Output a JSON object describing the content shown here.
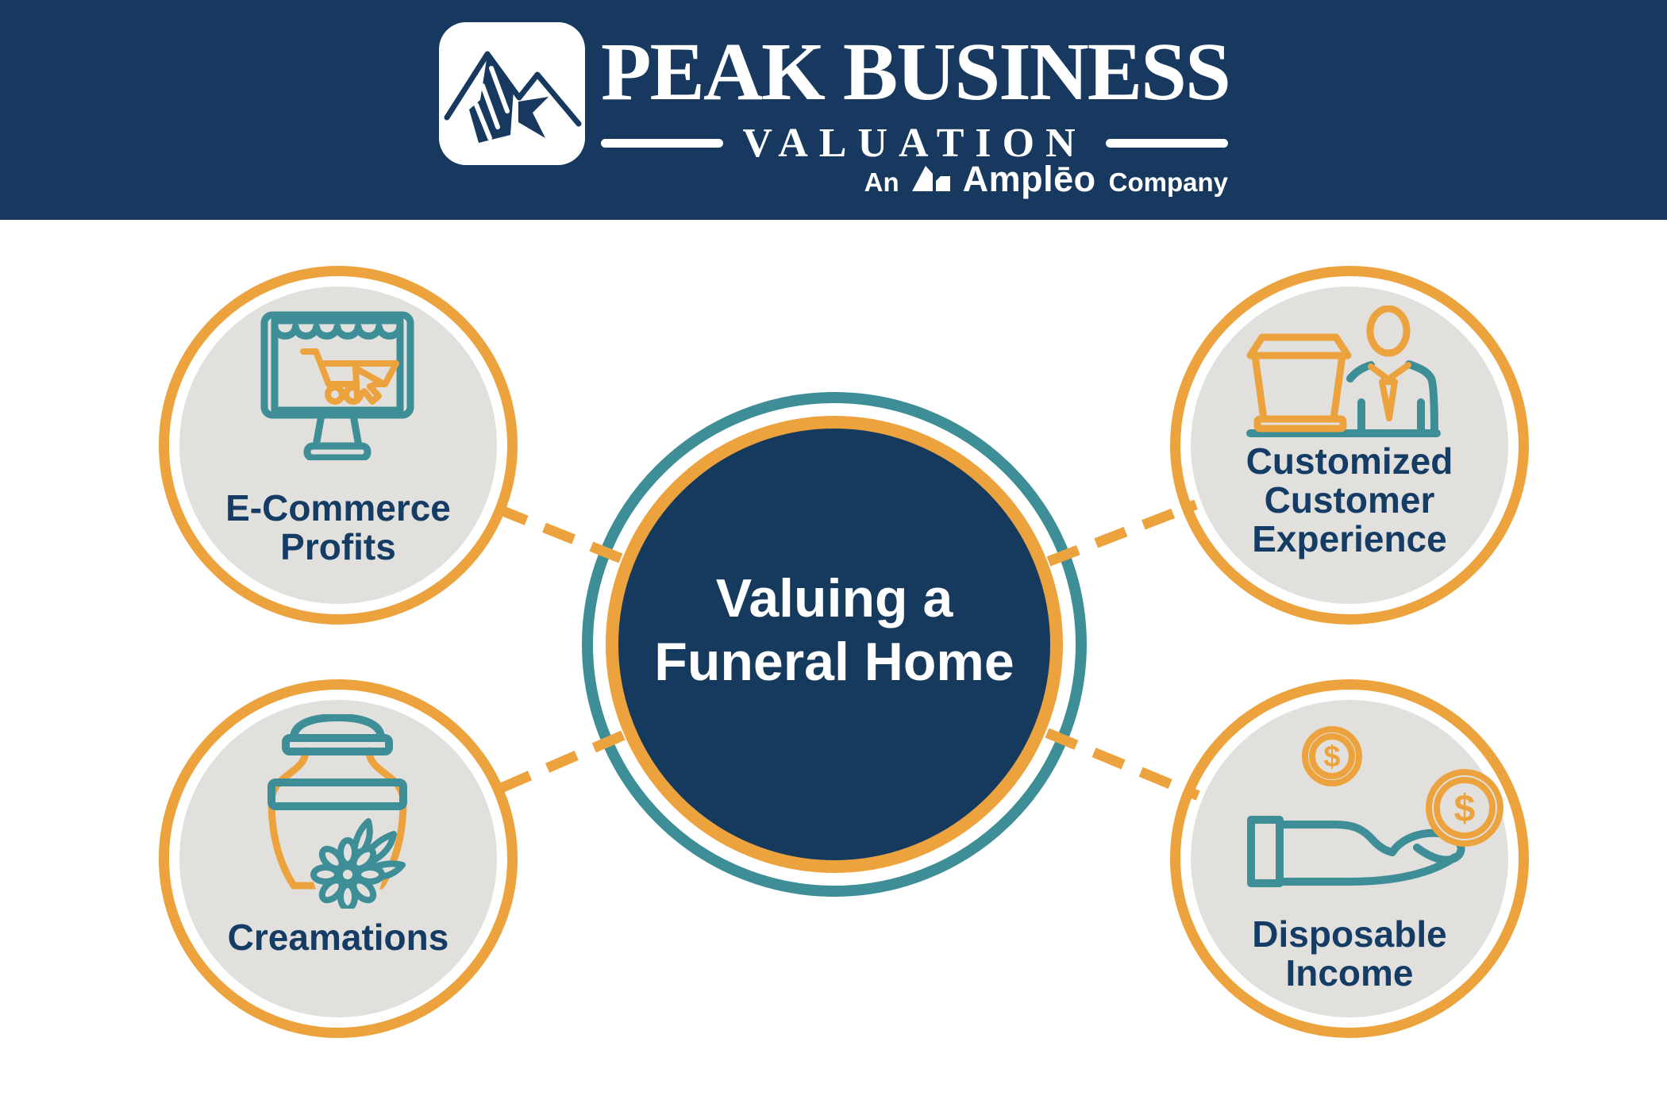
{
  "header": {
    "brand_top": "PEAK BUSINESS",
    "brand_bottom": "VALUATION",
    "tagline_prefix": "An",
    "tagline_brand": "Amplēo",
    "tagline_suffix": "Company"
  },
  "diagram": {
    "center": {
      "lines": [
        "Valuing a",
        "Funeral Home"
      ]
    },
    "nodes": [
      {
        "id": "ecommerce-profits",
        "icon": "ecommerce-monitor-cart-icon",
        "lines": [
          "E-Commerce",
          "Profits"
        ]
      },
      {
        "id": "customized-customer-experience",
        "icon": "casket-customer-icon",
        "lines": [
          "Customized",
          "Customer",
          "Experience"
        ]
      },
      {
        "id": "creamations",
        "icon": "cremation-urn-flower-icon",
        "lines": [
          "Creamations"
        ]
      },
      {
        "id": "disposable-income",
        "icon": "hand-coins-icon",
        "lines": [
          "Disposable",
          "Income"
        ]
      }
    ]
  },
  "palette": {
    "navy": "#17395F",
    "circle_navy": "#16395E",
    "orange": "#ECA33D",
    "teal": "#3E8E98",
    "light_gray": "#E2E0DD",
    "label_navy": "#143C64",
    "white": "#FFFFFF"
  }
}
